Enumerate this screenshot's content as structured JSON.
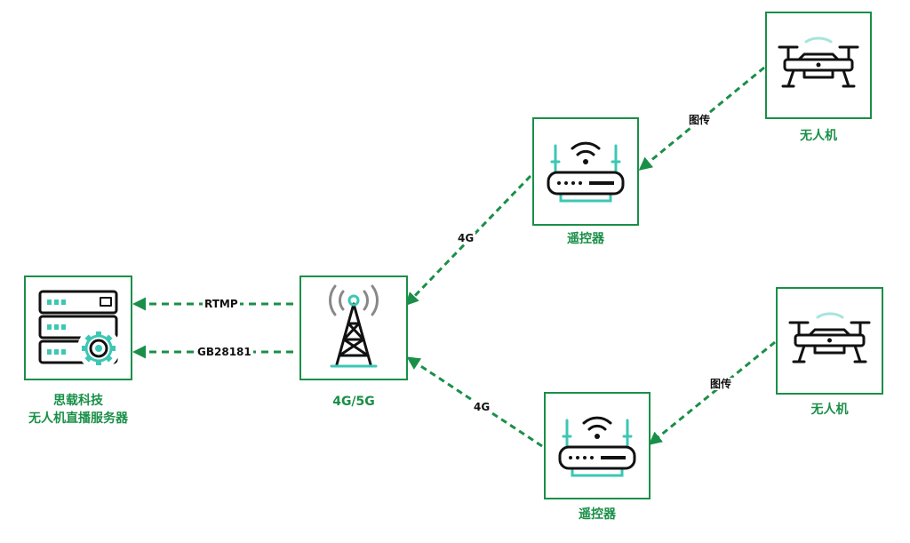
{
  "nodes": {
    "server": {
      "line1": "思载科技",
      "line2": "无人机直播服务器"
    },
    "tower": {
      "label": "4G/5G"
    },
    "controller_top": {
      "label": "遥控器"
    },
    "controller_bottom": {
      "label": "遥控器"
    },
    "drone_top": {
      "label": "无人机"
    },
    "drone_bottom": {
      "label": "无人机"
    }
  },
  "edges": {
    "rtmp": "RTMP",
    "gb28181": "GB28181",
    "net_top": "4G",
    "net_bottom": "4G",
    "video_top": "图传",
    "video_bottom": "图传"
  },
  "colors": {
    "accent_green": "#1a8f48",
    "icon_teal": "#3cc7b4",
    "icon_dark": "#111111"
  },
  "icons": {
    "server": "server-rack-gear-icon",
    "tower": "signal-tower-icon",
    "controller": "router-antenna-icon",
    "drone": "quadcopter-drone-icon"
  }
}
